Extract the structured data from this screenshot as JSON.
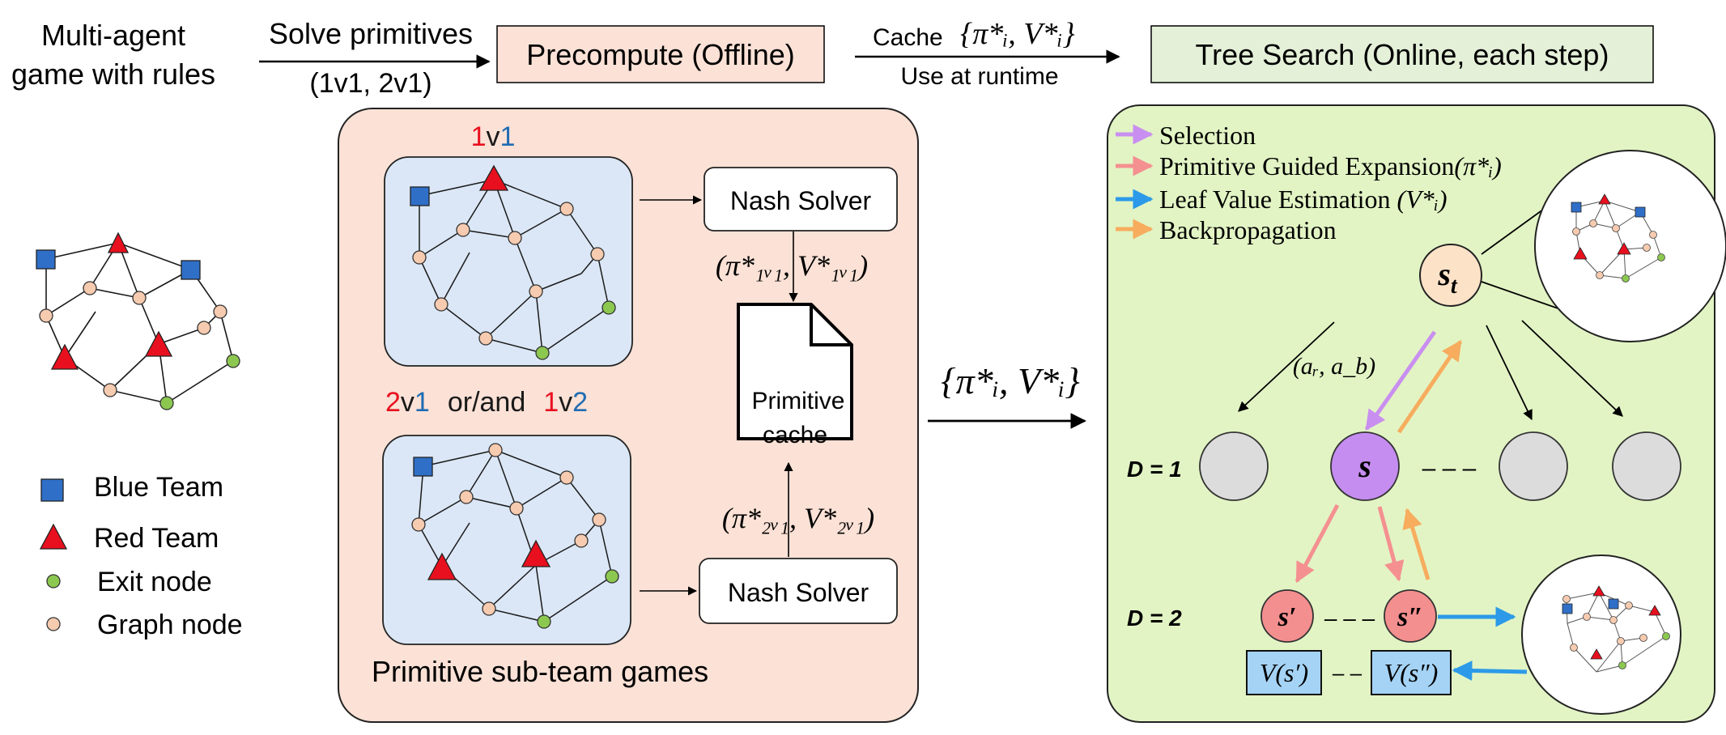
{
  "header": {
    "game_line1": "Multi-agent",
    "game_line2": "game with rules",
    "solve_line1": "Solve primitives",
    "solve_line2": "(1v1, 2v1)",
    "precompute": "Precompute (Offline)",
    "cache_word": "Cache",
    "cache_set": "{π*ᵢ, V*ᵢ}",
    "use_runtime": "Use at runtime",
    "tree_search": "Tree Search (Online, each step)"
  },
  "legend": {
    "blue": "Blue Team",
    "red": "Red Team",
    "exit": "Exit  node",
    "graph": "Graph node"
  },
  "precompute_panel": {
    "label_1v1": {
      "a": "1",
      "v": "v",
      "b": "1"
    },
    "label_2v1": {
      "a": "2",
      "v": "v",
      "b": "1"
    },
    "or_and": "or/and",
    "label_1v2": {
      "a": "1",
      "v": "v",
      "b": "2"
    },
    "nash_top": "Nash Solver",
    "nash_bottom": "Nash Solver",
    "out_1v1": "(π*₁ᵥ₁, V*₁ᵥ₁)",
    "out_2v1": "(π*₂ᵥ₁, V*₂ᵥ₁)",
    "cache_line1": "Primitive",
    "cache_line2": "cache",
    "caption": "Primitive sub-team games"
  },
  "middle_set": "{π*ᵢ, V*ᵢ}",
  "tree_panel": {
    "leg_selection": "Selection",
    "leg_expansion": "Primitive Guided Expansion",
    "leg_expansion_math": "(π*ᵢ)",
    "leg_leaf": "Leaf Value Estimation",
    "leg_leaf_math": "(V*ᵢ)",
    "leg_backprop": "Backpropagation",
    "st": "s",
    "st_sub": "t",
    "s": "s",
    "s_prime": "s′",
    "s_dprime": "s″",
    "action": "(aᵣ, a_b)",
    "d1": "D = 1",
    "d2": "D = 2",
    "dashes1": "– – –",
    "dashes2": "– – –",
    "dashes3": "– –",
    "v_prime": "V(s′)",
    "v_dprime": "V(s″)"
  },
  "colors": {
    "red": "#e8101e",
    "blue": "#1f6cb4",
    "node_fill": "#f6cbb0",
    "exit_fill": "#8cc850",
    "panel_orange": "#fbe1d6",
    "panel_green": "#e2f4c4",
    "header_green": "#e4f0d8",
    "mini_graph": "#dbe7f6",
    "purple": "#c98ff0",
    "pink": "#f59090",
    "arrow_blue": "#2c9ae8",
    "orange": "#f7ac5e"
  }
}
